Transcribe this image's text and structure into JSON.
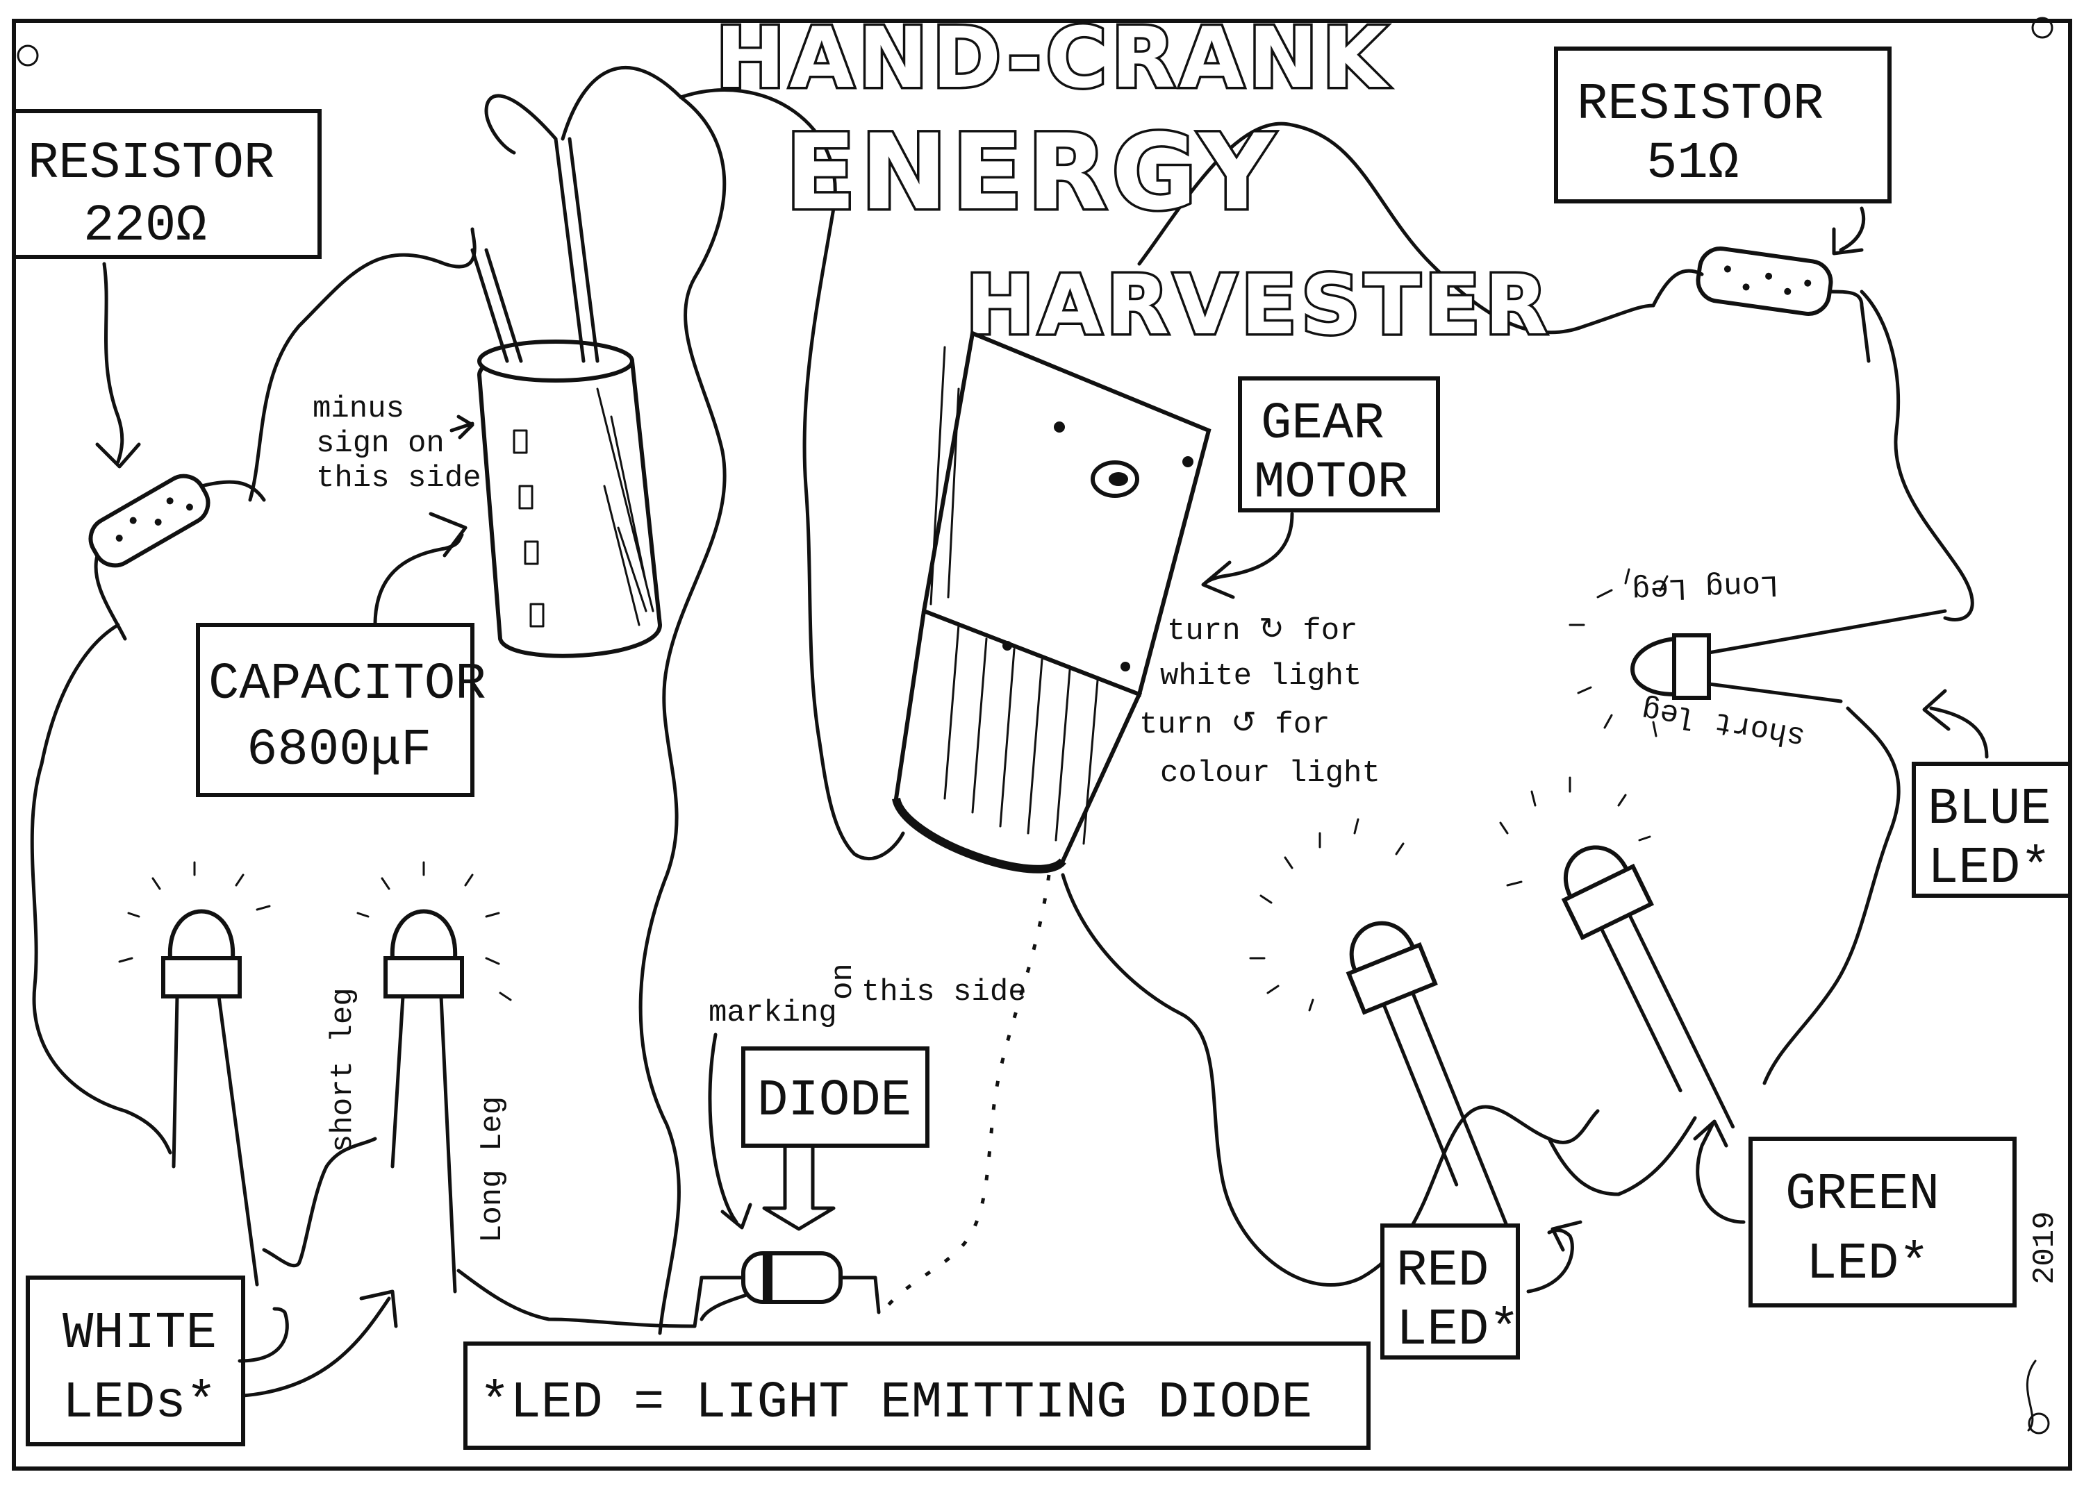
{
  "title": {
    "line1": "HAND-CRANK",
    "line2": "ENERGY",
    "line3": "HARVESTER"
  },
  "labels": {
    "resistor_left": {
      "line1": "RESISTOR",
      "line2": "220Ω"
    },
    "resistor_right": {
      "line1": "RESISTOR",
      "line2": "51Ω"
    },
    "capacitor": {
      "line1": "CAPACITOR",
      "line2": "6800μF"
    },
    "gear_motor": {
      "line1": "GEAR",
      "line2": "MOTOR"
    },
    "diode": "DIODE",
    "white_leds": {
      "line1": "WHITE",
      "line2": "LEDs*"
    },
    "red_led": {
      "line1": "RED",
      "line2": "LED*"
    },
    "green_led": {
      "line1": "GREEN",
      "line2": "LED*"
    },
    "blue_led": {
      "line1": "BLUE",
      "line2": "LED*"
    },
    "footnote": "*LED = LIGHT EMITTING DIODE"
  },
  "annotations": {
    "minus_sign": [
      "minus",
      "sign on",
      "this side"
    ],
    "turn_instructions": [
      "turn ↻ for",
      "white light",
      "turn ↺ for",
      "colour light"
    ],
    "marking": "marking",
    "marking_on": "on",
    "marking_side": "this side",
    "short_leg_left": "short leg",
    "long_leg_left": "Long Leg",
    "long_leg_blue": "Long Leg",
    "short_leg_blue": "short leg",
    "signature_year": "2019"
  }
}
